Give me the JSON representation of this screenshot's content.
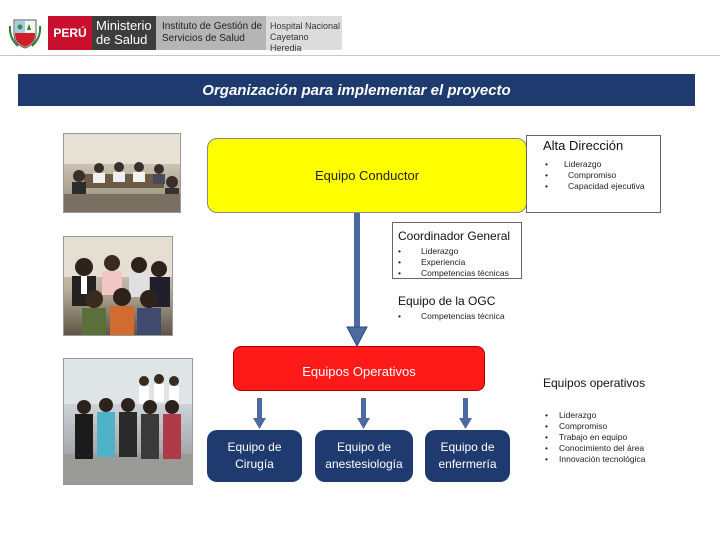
{
  "header": {
    "peru": "PERÚ",
    "ministerio_line1": "Ministerio",
    "ministerio_line2": "de Salud",
    "instituto_line1": "Instituto de Gestión de",
    "instituto_line2": "Servicios de Salud",
    "hospital_line1": "Hospital Nacional",
    "hospital_line2": "Cayetano Heredia"
  },
  "title": "Organización para implementar el proyecto",
  "equipo_conductor": "Equipo Conductor",
  "alta_direccion": {
    "title": "Alta Dirección",
    "items": [
      "Liderazgo",
      "Compromiso",
      "Capacidad ejecutiva"
    ]
  },
  "coordinador": {
    "title": "Coordinador General",
    "items": [
      "Liderazgo",
      "Experiencia",
      "Competencias técnicas"
    ]
  },
  "ogc": {
    "title": "Equipo de la OGC",
    "items": [
      "Competencias  técnica"
    ]
  },
  "equipos_operativos_box": "Equipos  Operativos",
  "equipos_operativos": {
    "title": "Equipos operativos",
    "items": [
      "Liderazgo",
      "Compromiso",
      "Trabajo en equipo",
      "Conocimiento del área",
      "Innovación tecnológica"
    ]
  },
  "teams": {
    "cirugia_line1": "Equipo de",
    "cirugia_line2": "Cirugía",
    "anestesiologia_line1": "Equipo de",
    "anestesiologia_line2": "anestesiología",
    "enfermeria_line1": "Equipo de",
    "enfermeria_line2": "enfermería"
  },
  "colors": {
    "title_bar": "#1f3a6e",
    "equipo_conductor": "#ffff00",
    "equipos_operativos": "#ff1a1a",
    "arrow": "#4a6aa0"
  }
}
